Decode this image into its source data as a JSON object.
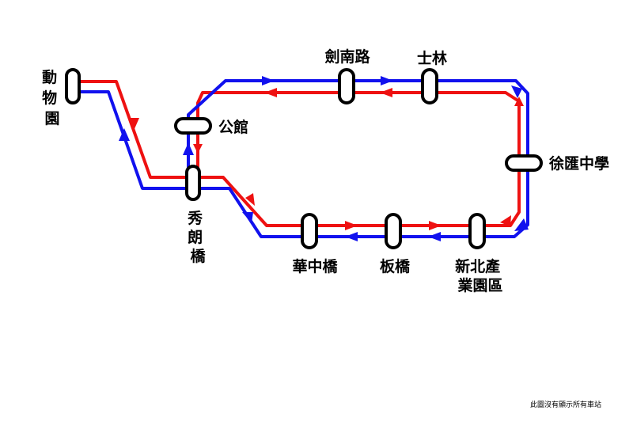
{
  "colors": {
    "red_line": "#ee1111",
    "blue_line": "#1111ee",
    "station_fill": "#ffffff",
    "station_stroke": "#000000"
  },
  "stations": {
    "zoo": "動物園",
    "gongguan": "公館",
    "xiulang_bridge": "秀朗橋",
    "jiannan_road": "劍南路",
    "shilin": "士林",
    "xuhui_high_school": "徐匯中學",
    "huazhong_bridge": "華中橋",
    "banqiao": "板橋",
    "xinbei_industrial_park": "新北產業園區"
  },
  "footnote": "此圖沒有顯示所有車站"
}
